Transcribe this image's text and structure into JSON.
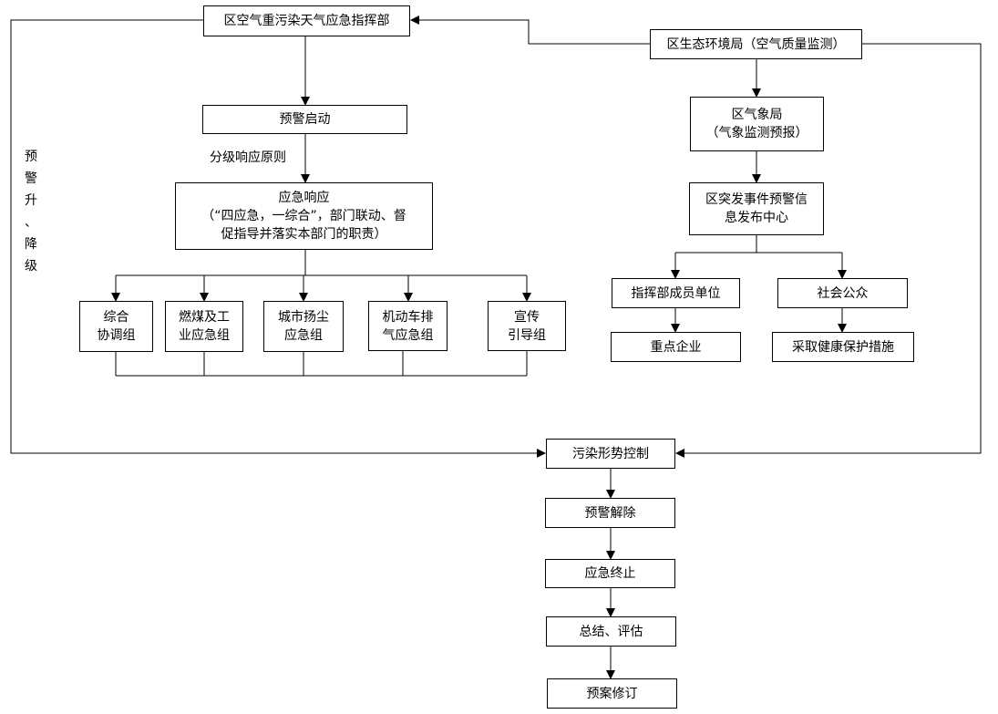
{
  "nodes": {
    "command_hq": "区空气重污染天气应急指挥部",
    "eco_bureau": "区生态环境局（空气质量监测）",
    "warning_start": "预警启动",
    "weather_bureau": "区气象局\n（气象监测预报）",
    "emergency_response": "应急响应\n（“四应急，一综合”，部门联动、督\n促指导并落实本部门的职责）",
    "alert_center": "区突发事件预警信\n息发布中心",
    "group_coord": "综合\n协调组",
    "group_coal": "燃煤及工\n业应急组",
    "group_dust": "城市扬尘\n应急组",
    "group_vehicle": "机动车排\n气应急组",
    "group_publicity": "宣传\n引导组",
    "member_units": "指挥部成员单位",
    "public": "社会公众",
    "key_enterprises": "重点企业",
    "health_measures": "采取健康保护措施",
    "pollution_control": "污染形势控制",
    "warning_release": "预警解除",
    "emergency_end": "应急终止",
    "summary": "总结、评估",
    "plan_revision": "预案修订"
  },
  "labels": {
    "grading_principle": "分级响应原则",
    "warning_adjust": "预\n警\n升\n、\n降\n级"
  }
}
